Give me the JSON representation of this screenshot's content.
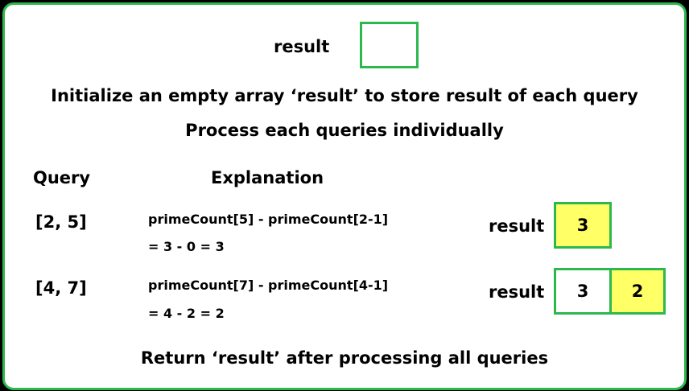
{
  "colors": {
    "border": "#2db84d",
    "highlight": "#ffff66",
    "background": "#ffffff",
    "frame": "#000000"
  },
  "top": {
    "result_label": "result"
  },
  "steps": {
    "initialize": "Initialize an empty array ‘result’ to store result of each query",
    "process": "Process each queries individually",
    "return": "Return ‘result’ after processing all queries"
  },
  "table": {
    "headers": {
      "query": "Query",
      "explanation": "Explanation"
    },
    "rows": [
      {
        "query": "[2, 5]",
        "line1": "primeCount[5] - primeCount[2-1]",
        "line2": "= 3 - 0 = 3",
        "result_label": "result",
        "result_values": [
          "3"
        ]
      },
      {
        "query": "[4, 7]",
        "line1": "primeCount[7] - primeCount[4-1]",
        "line2": "= 4 - 2 = 2",
        "result_label": "result",
        "result_values": [
          "3",
          "2"
        ]
      }
    ]
  }
}
